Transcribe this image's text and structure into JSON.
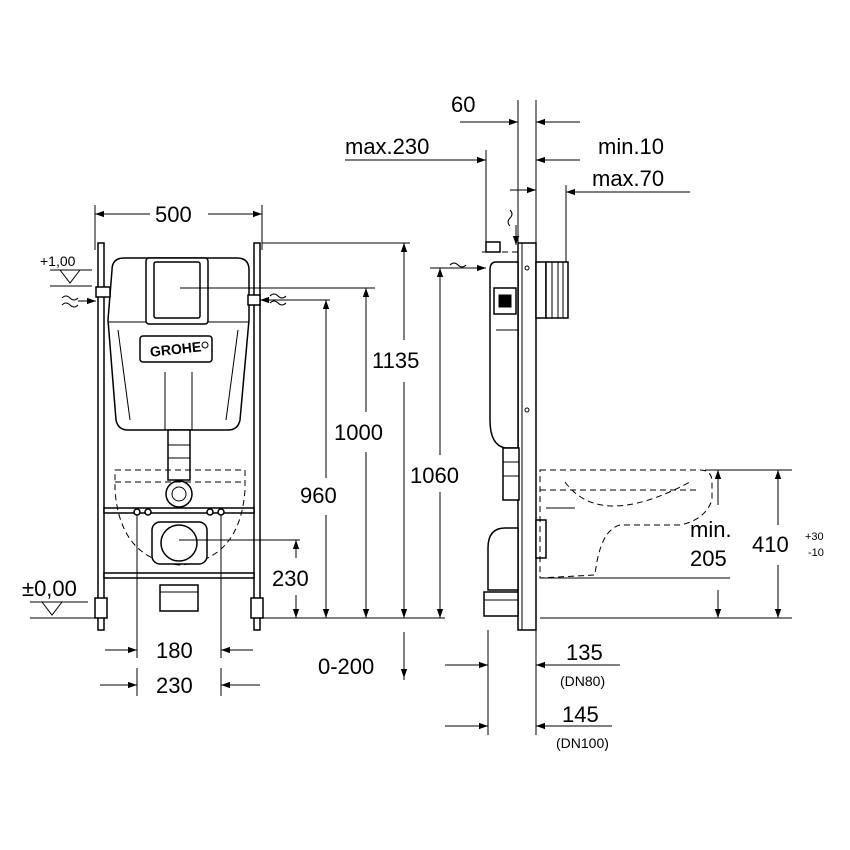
{
  "brand": {
    "logo_text": "GROHE"
  },
  "front_view": {
    "width_label": "500",
    "level_top_label": "+1,00",
    "level_zero_label": "±0,00",
    "height_1135": "1135",
    "height_1000": "1000",
    "height_960": "960",
    "height_230": "230",
    "width_180": "180",
    "width_230": "230",
    "range_label": "0-200"
  },
  "side_view": {
    "depth_60": "60",
    "max_230": "max.230",
    "min_10": "min.10",
    "max_70": "max.70",
    "height_1060": "1060",
    "min_label": "min.",
    "min_value": "205",
    "height_410": "410",
    "tol_plus": "+30",
    "tol_minus": "-10",
    "depth_135": "135",
    "dn80": "(DN80)",
    "depth_145": "145",
    "dn100": "(DN100)"
  }
}
